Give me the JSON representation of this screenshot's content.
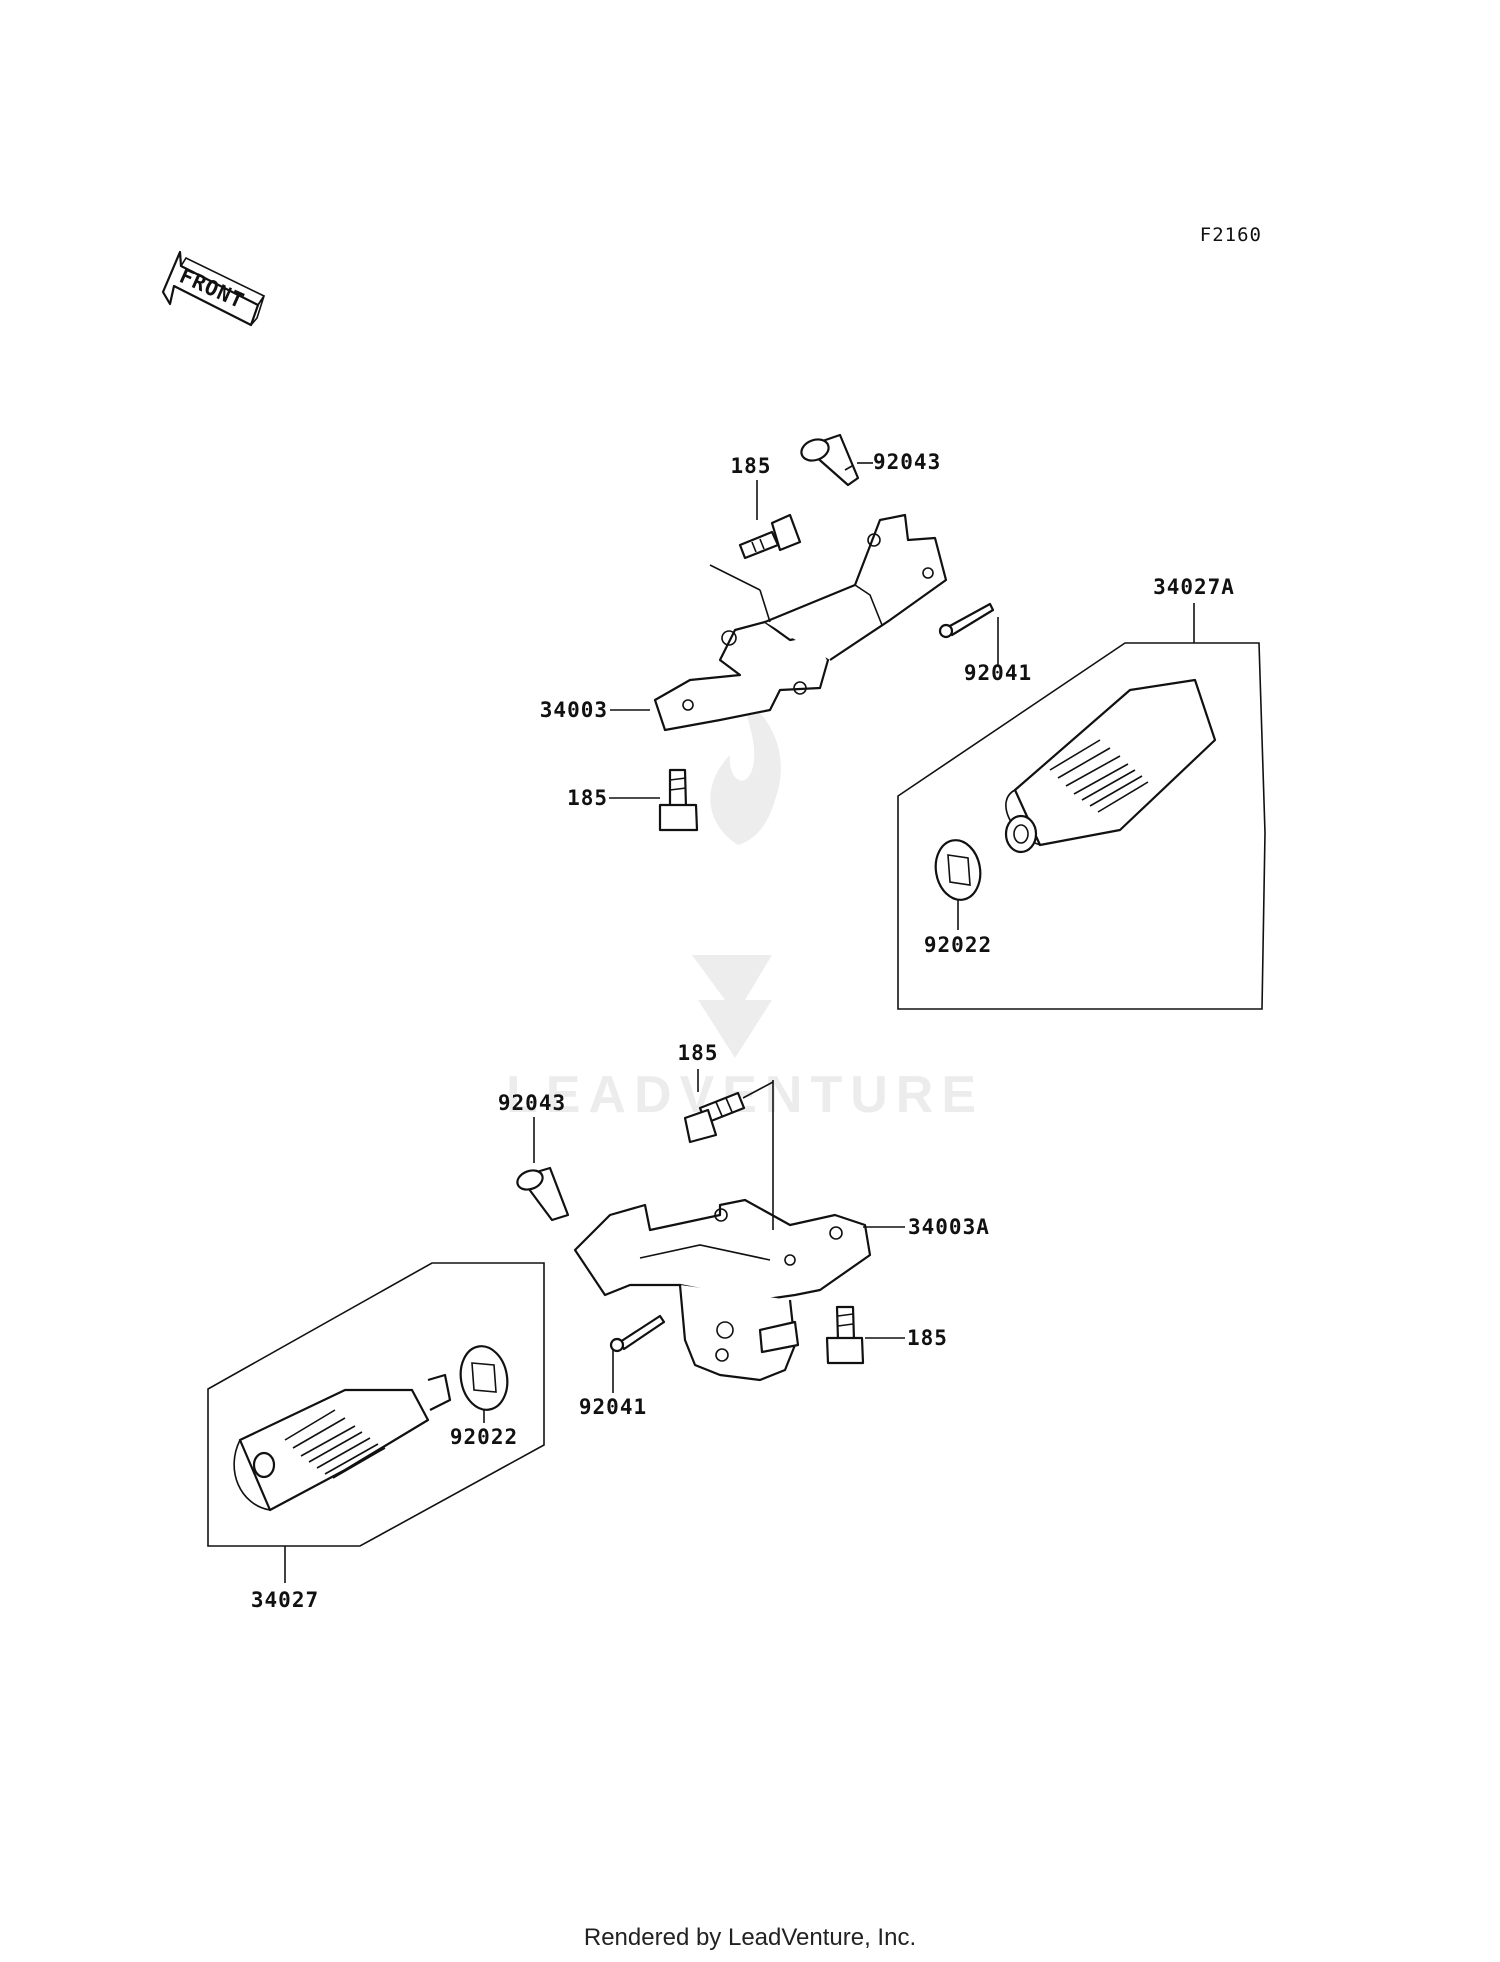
{
  "figure_number": "F2160",
  "front_arrow_label": "FRONT",
  "watermark_text": "LEADVENTURE",
  "footer": "Rendered by LeadVenture, Inc.",
  "callouts": {
    "upper_bolt_top": "185",
    "upper_pin": "92043",
    "upper_cotter_pin": "92041",
    "upper_bracket": "34003",
    "upper_bolt_bottom": "185",
    "upper_footpeg_assembly": "34027A",
    "upper_washer": "92022",
    "lower_bolt_top": "185",
    "lower_pin": "92043",
    "lower_bracket": "34003A",
    "lower_bolt_right": "185",
    "lower_cotter_pin": "92041",
    "lower_washer": "92022",
    "lower_footpeg_assembly": "34027"
  },
  "colors": {
    "line": "#111111",
    "watermark": "#ececec",
    "background": "#ffffff"
  }
}
